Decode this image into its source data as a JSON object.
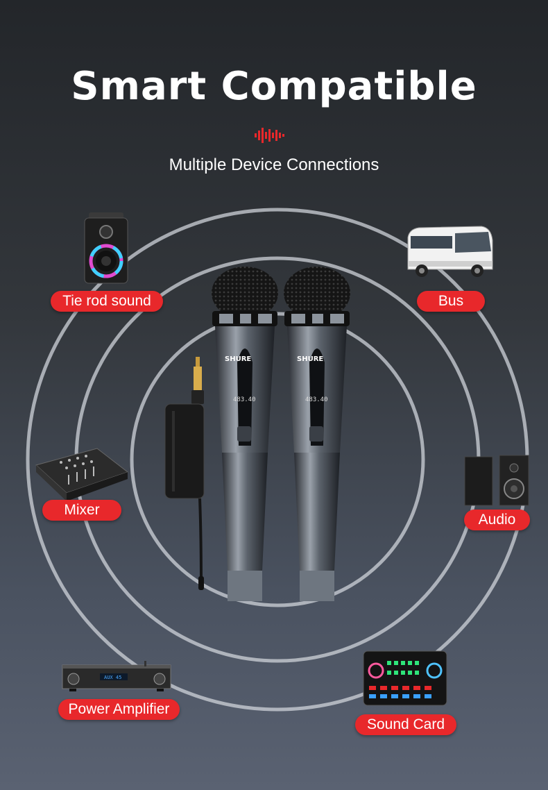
{
  "header": {
    "title": "Smart Compatible",
    "subtitle": "Multiple Device Connections"
  },
  "brand_text": "SHURE",
  "display_text": "483.40",
  "devices": {
    "tie_rod_sound": "Tie rod sound",
    "bus": "Bus",
    "mixer": "Mixer",
    "audio": "Audio",
    "power_amplifier": "Power Amplifier",
    "sound_card": "Sound Card"
  },
  "colors": {
    "accent": "#e8282b",
    "ring": "#d8dbe0"
  }
}
